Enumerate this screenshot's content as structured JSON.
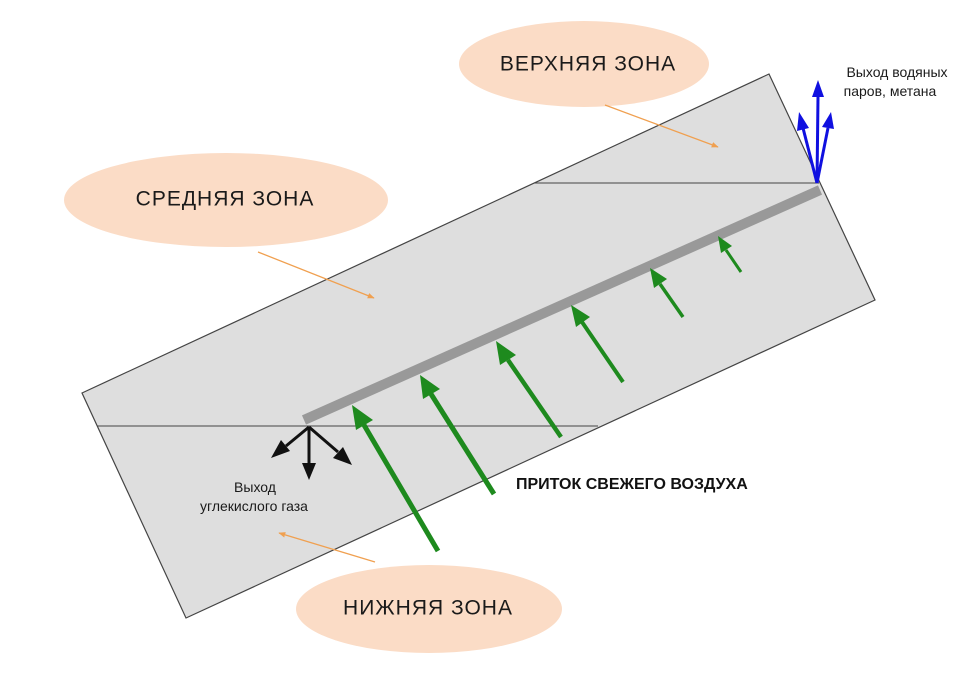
{
  "labels": {
    "upper_zone": "ВЕРХНЯЯ ЗОНА",
    "middle_zone": "СРЕДНЯЯ  ЗОНА",
    "lower_zone": "НИЖНЯЯ  ЗОНА",
    "fresh_air_inflow": "ПРИТОК СВЕЖЕГО ВОЗДУХА",
    "vapor_exit_line1": "Выход водяных",
    "vapor_exit_line2": "паров, метана",
    "co2_exit_line1": "Выход",
    "co2_exit_line2": "углекислого газа"
  },
  "colors": {
    "pile_fill": "#dedede",
    "pile_stroke": "#444444",
    "zone_bubble": "#fbdcc6",
    "pointer_arrow": "#f0a050",
    "fresh_air_arrow": "#1e8a1e",
    "vapor_arrow": "#1010e0",
    "co2_arrow": "#111111",
    "channel": "#999999"
  }
}
